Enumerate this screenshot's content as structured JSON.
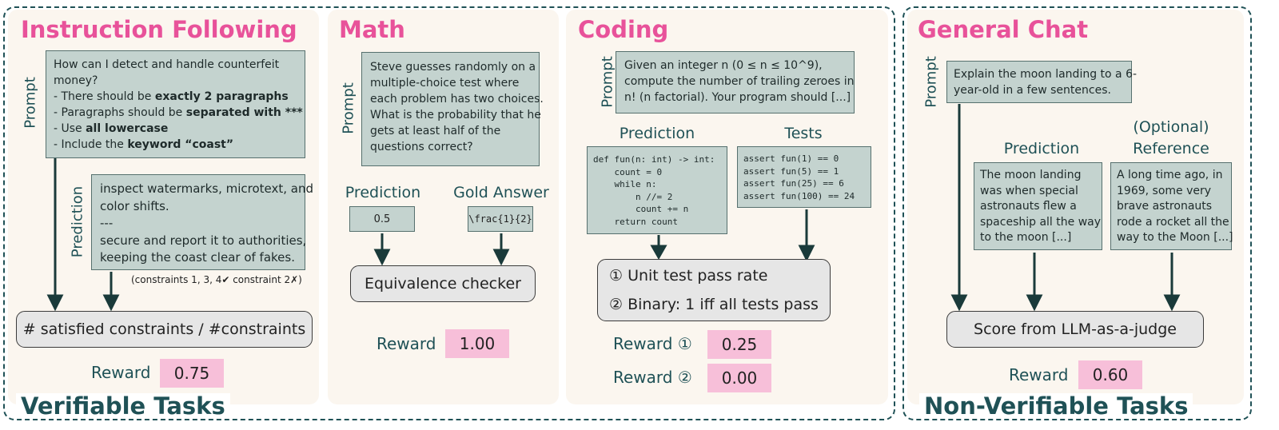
{
  "colors": {
    "accent_pink": "#e8529a",
    "teal_dark": "#1f5156",
    "box_fill": "#c4d3cf",
    "reward_fill": "#f7bfd9",
    "panel_bg": "#fbf6ef"
  },
  "groups": {
    "verifiable": "Verifiable Tasks",
    "non_verifiable": "Non-Verifiable Tasks"
  },
  "instruction": {
    "title": "Instruction Following",
    "prompt_label": "Prompt",
    "prediction_label": "Prediction",
    "prompt_lines": [
      {
        "pre": "How can I detect and handle counterfeit",
        "bold": "",
        "post": ""
      },
      {
        "pre": "money?",
        "bold": "",
        "post": ""
      },
      {
        "pre": "- There should be ",
        "bold": "exactly 2 paragraphs",
        "post": ""
      },
      {
        "pre": "- Paragraphs should be ",
        "bold": "separated with ***",
        "post": ""
      },
      {
        "pre": "- Use ",
        "bold": "all lowercase",
        "post": ""
      },
      {
        "pre": "- Include the ",
        "bold": "keyword “coast”",
        "post": ""
      }
    ],
    "prediction_lines": [
      "inspect watermarks, microtext, and",
      "color shifts.",
      "---",
      "secure and report it to authorities,",
      "keeping the coast clear of fakes."
    ],
    "constraints_note": "(constraints 1, 3, 4✔ constraint 2✗)",
    "judge": "# satisfied constraints / #constraints",
    "reward_label": "Reward",
    "reward_value": "0.75"
  },
  "math": {
    "title": "Math",
    "prompt_label": "Prompt",
    "prompt_lines": [
      "Steve guesses randomly on a",
      "multiple-choice test where",
      "each problem has two choices.",
      "What is the probability that he",
      "gets at least half of the",
      "questions correct?"
    ],
    "prediction_label": "Prediction",
    "gold_label": "Gold Answer",
    "prediction_value": "0.5",
    "gold_value": "\\frac{1}{2}",
    "judge": "Equivalence checker",
    "reward_label": "Reward",
    "reward_value": "1.00"
  },
  "coding": {
    "title": "Coding",
    "prompt_label": "Prompt",
    "prompt_lines": [
      "Given an integer n (0 ≤ n ≤ 10^9),",
      "compute the number of trailing zeroes in",
      "n! (n factorial). Your program should [...]"
    ],
    "prediction_label": "Prediction",
    "tests_label": "Tests",
    "code_lines": "def fun(n: int) -> int:\n    count = 0\n    while n:\n        n //= 2\n        count += n\n    return count",
    "test_lines": "assert fun(1) == 0\nassert fun(5) == 1\nassert fun(25) == 6\nassert fun(100) == 24",
    "judge_line1": "① Unit test pass rate",
    "judge_line2": "② Binary: 1 iff all tests pass",
    "reward1_label": "Reward ①",
    "reward1_value": "0.25",
    "reward2_label": "Reward ②",
    "reward2_value": "0.00"
  },
  "chat": {
    "title": "General Chat",
    "prompt_label": "Prompt",
    "prompt_lines": [
      "Explain the moon landing to a 6-",
      "year-old in a few sentences."
    ],
    "prediction_label": "Prediction",
    "optional_label": "(Optional)",
    "reference_label": "Reference",
    "prediction_lines": [
      "The moon landing",
      "was when special",
      "astronauts flew a",
      "spaceship all the way",
      "to the moon [...]"
    ],
    "reference_lines": [
      "A long time ago, in",
      "1969, some very",
      "brave astronauts",
      "rode a rocket all the",
      "way to the Moon [...]"
    ],
    "judge": "Score from LLM-as-a-judge",
    "reward_label": "Reward",
    "reward_value": "0.60"
  }
}
